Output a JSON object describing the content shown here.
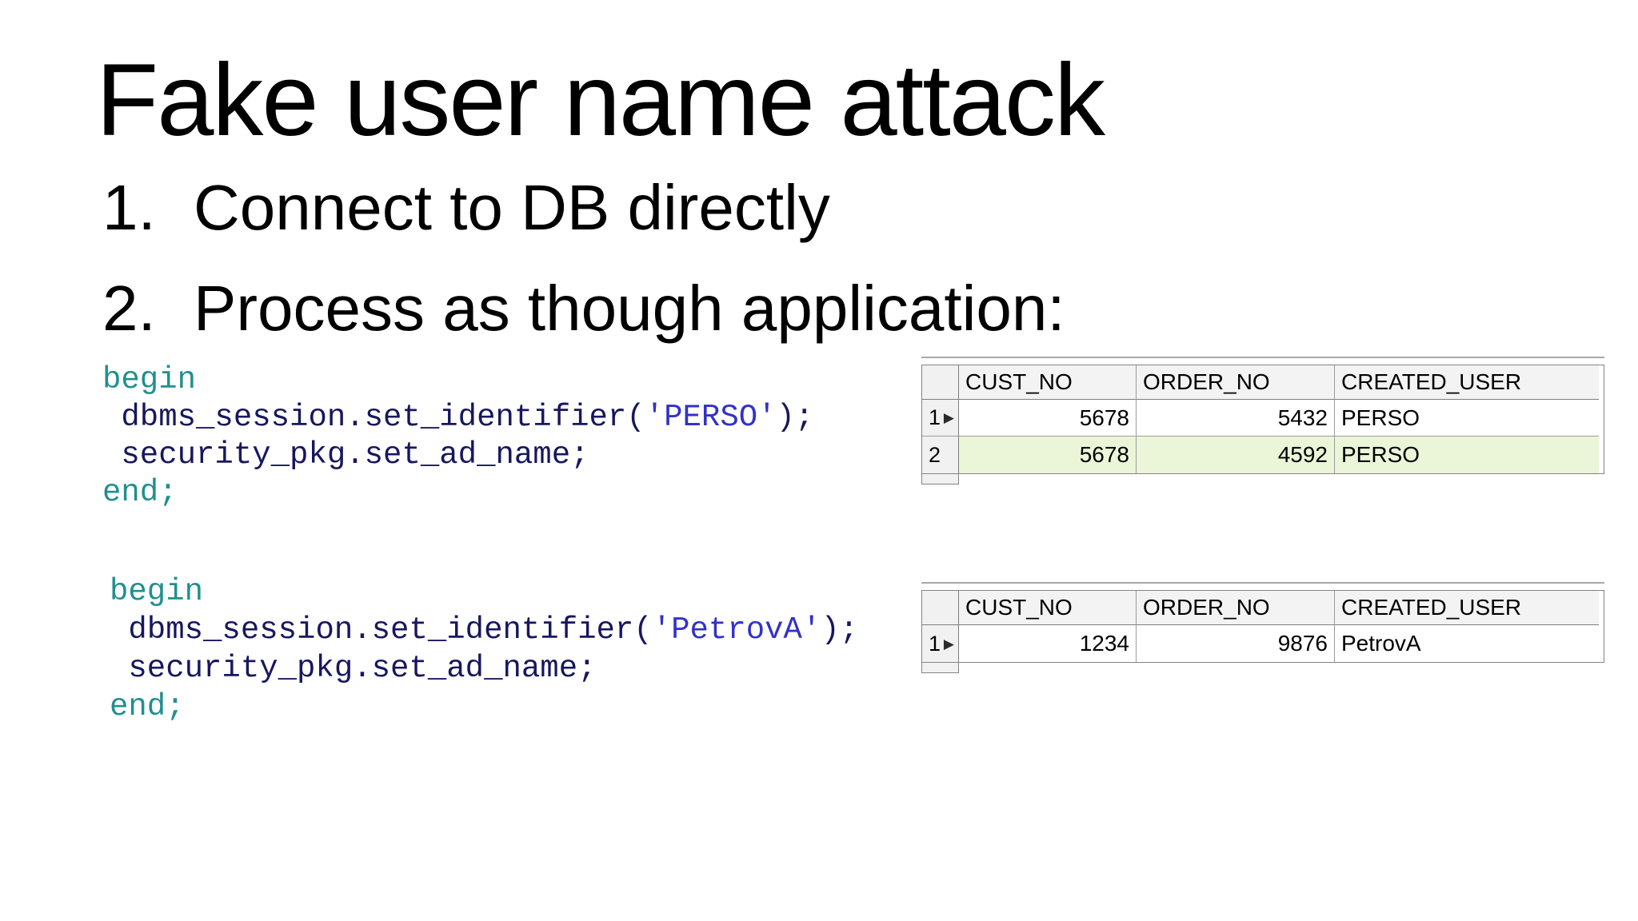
{
  "slide": {
    "title": "Fake user name attack",
    "list": [
      {
        "number": "1.",
        "text": "Connect to DB directly"
      },
      {
        "number": "2.",
        "text": "Process as though application:"
      }
    ]
  },
  "code_blocks": [
    {
      "begin": "begin",
      "line1_pre": " dbms_session.set_identifier(",
      "line1_string": "'PERSO'",
      "line1_post": ");",
      "line2": " security_pkg.set_ad_name;",
      "end": "end;"
    },
    {
      "begin": "begin",
      "line1_pre": " dbms_session.set_identifier(",
      "line1_string": "'PetrovA'",
      "line1_post": ");",
      "line2": " security_pkg.set_ad_name;",
      "end": "end;"
    }
  ],
  "tables": [
    {
      "headers": [
        "CUST_NO",
        "ORDER_NO",
        "CREATED_USER"
      ],
      "rows": [
        {
          "row_num": "1",
          "marker": "▶",
          "cust_no": "5678",
          "order_no": "5432",
          "created_user": "PERSO"
        },
        {
          "row_num": "2",
          "marker": "",
          "cust_no": "5678",
          "order_no": "4592",
          "created_user": "PERSO"
        }
      ]
    },
    {
      "headers": [
        "CUST_NO",
        "ORDER_NO",
        "CREATED_USER"
      ],
      "rows": [
        {
          "row_num": "1",
          "marker": "▶",
          "cust_no": "1234",
          "order_no": "9876",
          "created_user": "PetrovA"
        }
      ]
    }
  ],
  "colors": {
    "keyword_teal": "#218F8F",
    "code_body_navy": "#17175E",
    "code_string_blue": "#3232C8",
    "row_highlight_green": "#EAF6D7",
    "grid_border_gray": "#848484",
    "header_bg": "#F3F3F3",
    "row_header_bg": "#F1F1F1"
  }
}
